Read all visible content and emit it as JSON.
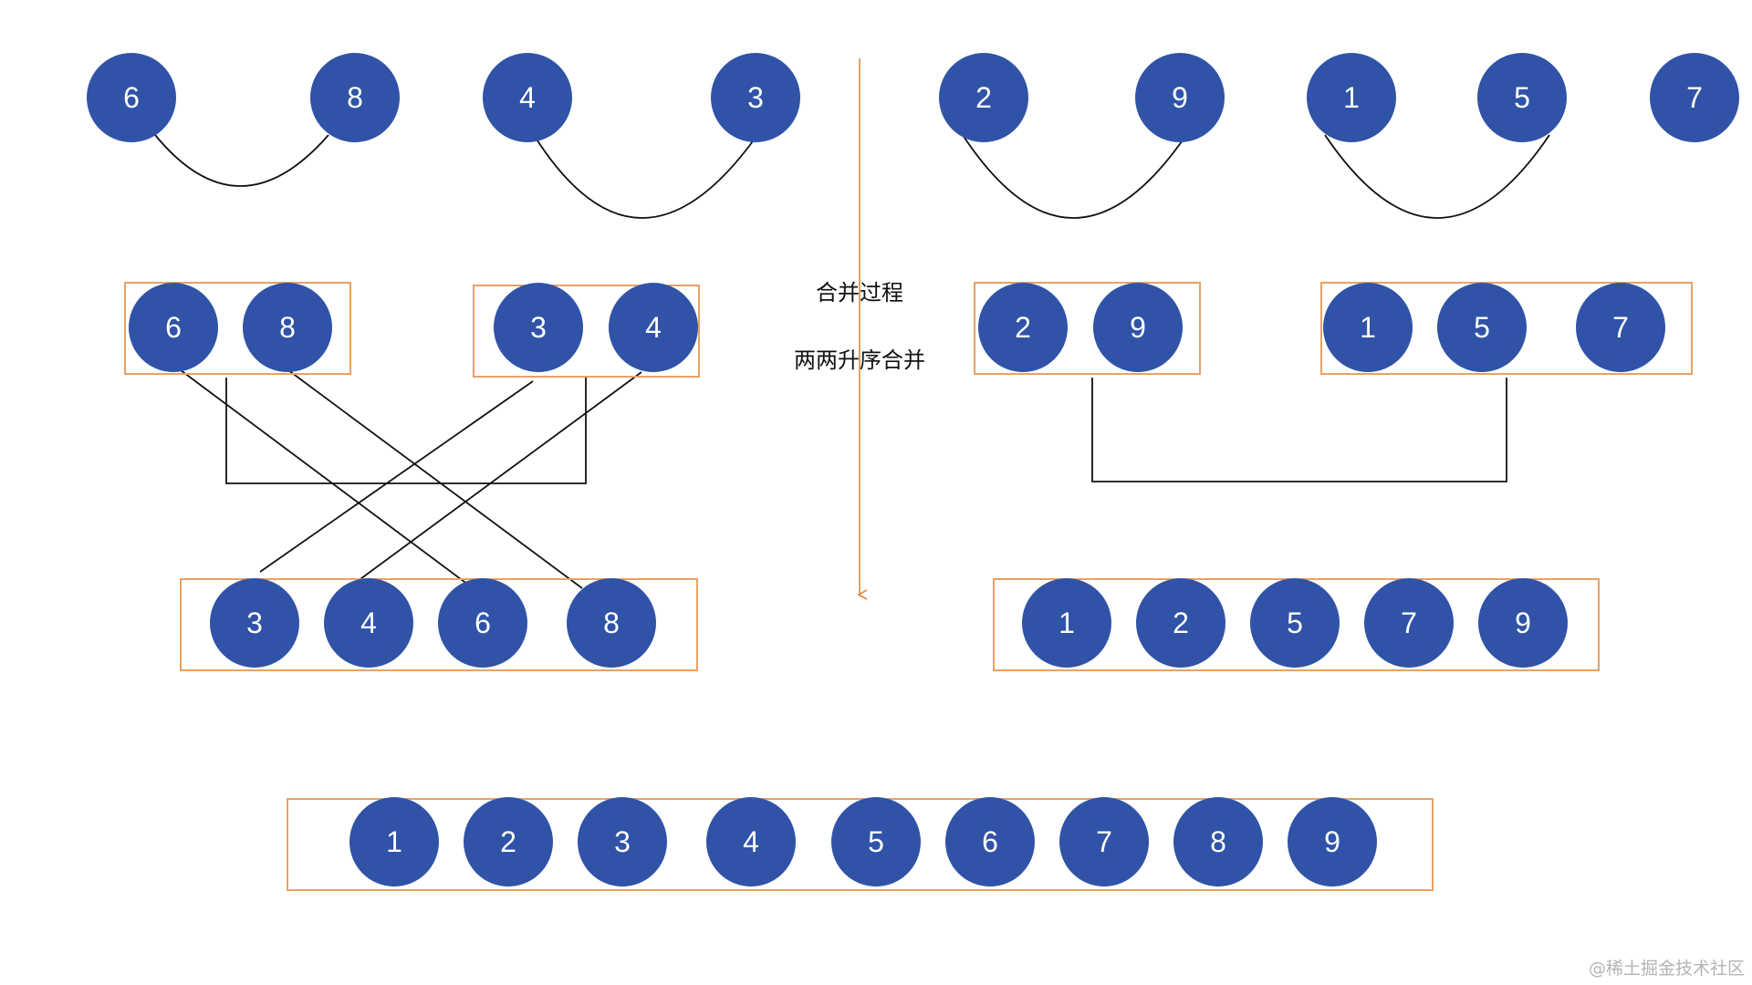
{
  "colors": {
    "node_fill": "#3053A8",
    "node_text": "#FFFFFF",
    "box_stroke": "#E8A165",
    "arrow": "#E08A3C",
    "connector": "#111111",
    "watermark": "#B4B4B4"
  },
  "labels": {
    "merge_process": "合并过程",
    "pairwise_merge": "两两升序合并"
  },
  "watermark": "@稀土掘金技术社区",
  "levels": [
    {
      "name": "level-0-single",
      "groups": [
        [
          "6",
          "8"
        ],
        [
          "4",
          "3"
        ],
        [
          "2",
          "9"
        ],
        [
          "1",
          "5"
        ],
        [
          "7"
        ]
      ]
    },
    {
      "name": "level-1-pairs",
      "groups": [
        [
          "6",
          "8"
        ],
        [
          "3",
          "4"
        ],
        [
          "2",
          "9"
        ],
        [
          "1",
          "5",
          "7"
        ]
      ]
    },
    {
      "name": "level-2-merged",
      "groups": [
        [
          "3",
          "4",
          "6",
          "8"
        ],
        [
          "1",
          "2",
          "5",
          "7",
          "9"
        ]
      ]
    },
    {
      "name": "level-3-final",
      "groups": [
        [
          "1",
          "2",
          "3",
          "4",
          "5",
          "6",
          "7",
          "8",
          "9"
        ]
      ]
    }
  ]
}
